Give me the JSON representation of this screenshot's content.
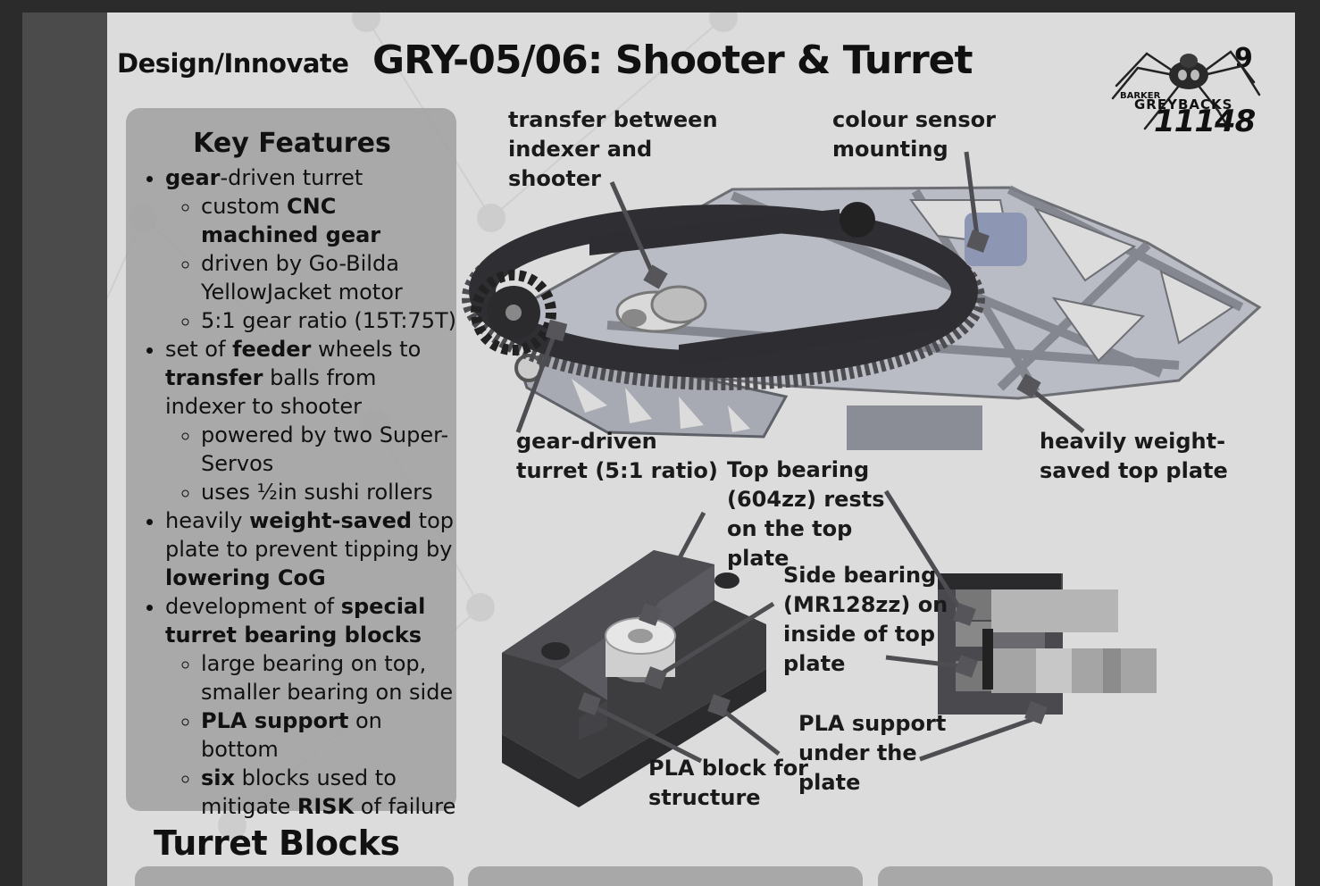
{
  "header": {
    "section_label": "Design/Innovate",
    "title": "GRY-05/06: Shooter & Turret",
    "page_number": "9"
  },
  "logo": {
    "line1": "BARKER",
    "line2": "GREYBACKS",
    "line3": "11148"
  },
  "key_features": {
    "heading": "Key Features",
    "f1": {
      "b": "gear",
      "t": "-driven turret"
    },
    "f1a": {
      "t1": "custom ",
      "b": "CNC machined gear"
    },
    "f1b": "driven by Go-Bilda YellowJacket motor",
    "f1c": "5:1 gear ratio (15T:75T)",
    "f2": {
      "t1": "set of ",
      "b1": "feeder",
      "t2": " wheels to ",
      "b2": "transfer",
      "t3": " balls from indexer to shooter"
    },
    "f2a": "powered by two Super-Servos",
    "f2b": "uses ½in sushi rollers",
    "f3": {
      "t1": "heavily ",
      "b1": "weight-saved",
      "t2": " top plate to prevent tipping by ",
      "b2": "lowering CoG"
    },
    "f4": {
      "t1": "development of ",
      "b1": "special turret bearing blocks"
    },
    "f4a": "large bearing on top, smaller bearing on side",
    "f4b": {
      "b": "PLA support",
      "t": " on bottom"
    },
    "f4c": {
      "b1": "six",
      "t1": " blocks used to mitigate ",
      "b2": "RISK",
      "t2": " of failure"
    }
  },
  "callouts": {
    "transfer": [
      "transfer between",
      "indexer and",
      "shooter"
    ],
    "colour": [
      "colour sensor",
      "mounting"
    ],
    "gear": [
      "gear-driven",
      "turret (5:1 ratio)"
    ],
    "topplate": [
      "heavily weight-",
      "saved top plate"
    ],
    "topbearing": [
      "Top bearing",
      "(604zz) rests",
      "on the top",
      "plate"
    ],
    "sidebearing": [
      "Side bearing",
      "(MR128zz) on",
      "inside of top",
      "plate"
    ],
    "plasupport": [
      "PLA support",
      "under the",
      "plate"
    ],
    "plablock": [
      "PLA block for",
      "structure"
    ]
  },
  "footer": {
    "subheading": "Turret Blocks"
  }
}
